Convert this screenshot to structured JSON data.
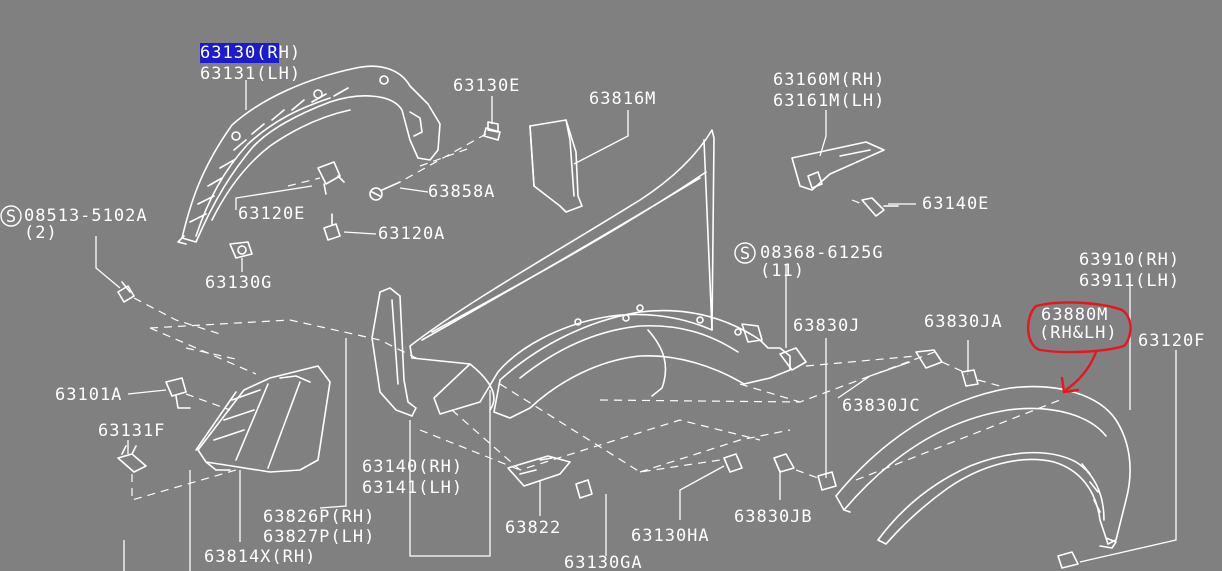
{
  "theme": {
    "background": "#808080",
    "line": "#ffffff",
    "highlight_bg": "#1c1ccc",
    "annotation": "#e8141e"
  },
  "labels": {
    "p63130_rh_code": "63130(R",
    "p63130_rh_tail": "H)",
    "p63131": "63131(LH)",
    "p63130e": "63130E",
    "p63816m": "63816M",
    "p63160m": "63160M(RH)",
    "p63161m": "63161M(LH)",
    "p63858a": "63858A",
    "p63140e": "63140E",
    "s08513_code": "08513-5102A",
    "s08513_qty": "(2)",
    "p63120e": "63120E",
    "p63120a": "63120A",
    "p63130g": "63130G",
    "s08368_code": "08368-6125G",
    "s08368_qty": "(11)",
    "p63910": "63910(RH)",
    "p63911": "63911(LH)",
    "p63880m": "63880M",
    "p63880m_side": "(RH&LH)",
    "p63830j": "63830J",
    "p63830ja": "63830JA",
    "p63120f": "63120F",
    "p63101a": "63101A",
    "p63830jc": "63830JC",
    "p63131f": "63131F",
    "p63140": "63140(RH)",
    "p63141": "63141(LH)",
    "p63826p": "63826P(RH)",
    "p63827p": "63827P(LH)",
    "p63822": "63822",
    "p63130ha": "63130HA",
    "p63830jb": "63830JB",
    "p63814x": "63814X(RH)",
    "p63130ga": "63130GA",
    "s_symbol": "S"
  }
}
